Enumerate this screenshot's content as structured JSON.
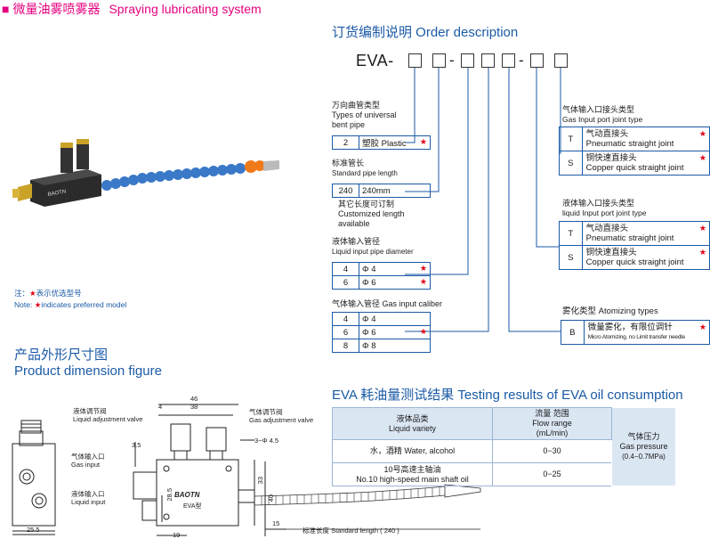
{
  "header": {
    "title_cn": "微量油雾喷雾器",
    "title_en": "Spraying lubricating system"
  },
  "order": {
    "heading": "订货编制说明 Order description",
    "code_prefix": "EVA-",
    "hose_type": {
      "label_cn": "万向曲管类型",
      "label_en1": "Types of universal",
      "label_en2": "bent pipe",
      "rows": [
        {
          "code": "2",
          "desc": "塑胶 Plastic",
          "star": "★"
        }
      ]
    },
    "length": {
      "label_cn": "标准管长",
      "label_en": "Standard pipe length",
      "rows": [
        {
          "code": "240",
          "desc": "240mm"
        }
      ],
      "custom_cn": "其它长度可订制",
      "custom_en1": "Customized length",
      "custom_en2": "available"
    },
    "liquid_dia": {
      "label_cn": "液体输入管径",
      "label_en": "Liquid input pipe diameter",
      "rows": [
        {
          "code": "4",
          "desc": "Φ 4",
          "star": "★"
        },
        {
          "code": "6",
          "desc": "Φ 6",
          "star": "★"
        }
      ]
    },
    "gas_cal": {
      "label": "气体输入管径  Gas input caliber",
      "rows": [
        {
          "code": "4",
          "desc": "Φ 4",
          "star": ""
        },
        {
          "code": "6",
          "desc": "Φ 6",
          "star": "★"
        },
        {
          "code": "8",
          "desc": "Φ 8",
          "star": ""
        }
      ]
    },
    "gas_joint": {
      "label_cn": "气体输入口接头类型",
      "label_en": "Gas Input port joint type",
      "rows": [
        {
          "code": "T",
          "desc_cn": "气动直接头",
          "desc_en": "Pneumatic straight joint",
          "star": "★"
        },
        {
          "code": "S",
          "desc_cn": "铜快速直接头",
          "desc_en": "Copper quick straight joint",
          "star": "★"
        }
      ]
    },
    "liquid_joint": {
      "label_cn": "液体输入口接头类型",
      "label_en": "liquid Input port joint type",
      "rows": [
        {
          "code": "T",
          "desc_cn": "气动直接头",
          "desc_en": "Pneumatic straight joint",
          "star": "★"
        },
        {
          "code": "S",
          "desc_cn": "铜快速直接头",
          "desc_en": "Copper quick straight joint",
          "star": "★"
        }
      ]
    },
    "atomizing": {
      "label": "雾化类型 Atomizing types",
      "rows": [
        {
          "code": "B",
          "desc_cn": "微量雾化，有限位调针",
          "desc_en": "Micro Atomizing, no Limit transfer needle",
          "star": "★"
        }
      ]
    }
  },
  "note": {
    "line1_pre": "注：",
    "line1_post": "表示优选型号",
    "line2_pre": "Note: ",
    "line2_post": "indicates preferred model",
    "star": "★"
  },
  "dimension": {
    "heading_cn": "产品外形尺寸图",
    "heading_en": "Product dimension figure",
    "labels": {
      "liquid_adj_cn": "液体调节阀",
      "liquid_adj_en": "Liquid adjustment valve",
      "gas_adj_cn": "气体调节阀",
      "gas_adj_en": "Gas adjustment valve",
      "gas_in_cn": "气体输入口",
      "gas_in_en": "Gas input",
      "liquid_in_cn": "液体输入口",
      "liquid_in_en": "Liquid input",
      "std_len": "标准长度 Standard length ( 240 )",
      "brand": "BAOTN",
      "model": "EVA型",
      "phi": "3−Φ 4.5"
    },
    "dims": {
      "d46": "46",
      "d4": "4",
      "d38": "38",
      "d35": "3.5",
      "d285": "28.5",
      "d33": "33",
      "d40": "40",
      "d15": "15",
      "d255": "25.5",
      "d19": "19"
    }
  },
  "results": {
    "heading": "EVA 耗油量测试结果 Testing results of EVA oil consumption",
    "col1_cn": "液体品类",
    "col1_en": "Liquid variety",
    "col2_cn": "流量 范围",
    "col2_en1": "Flow range",
    "col2_en2": "(mL/min)",
    "col3_cn": "气体压力",
    "col3_en": "Gas pressure",
    "col3_val": "(0.4−0.7MPa)",
    "rows": [
      {
        "variety": "水，酒精 Water, alcohol",
        "variety2": "",
        "flow": "0−30"
      },
      {
        "variety": "10号高速主轴油",
        "variety2": "No.10 high-speed main shaft oil",
        "flow": "0−25"
      }
    ]
  }
}
